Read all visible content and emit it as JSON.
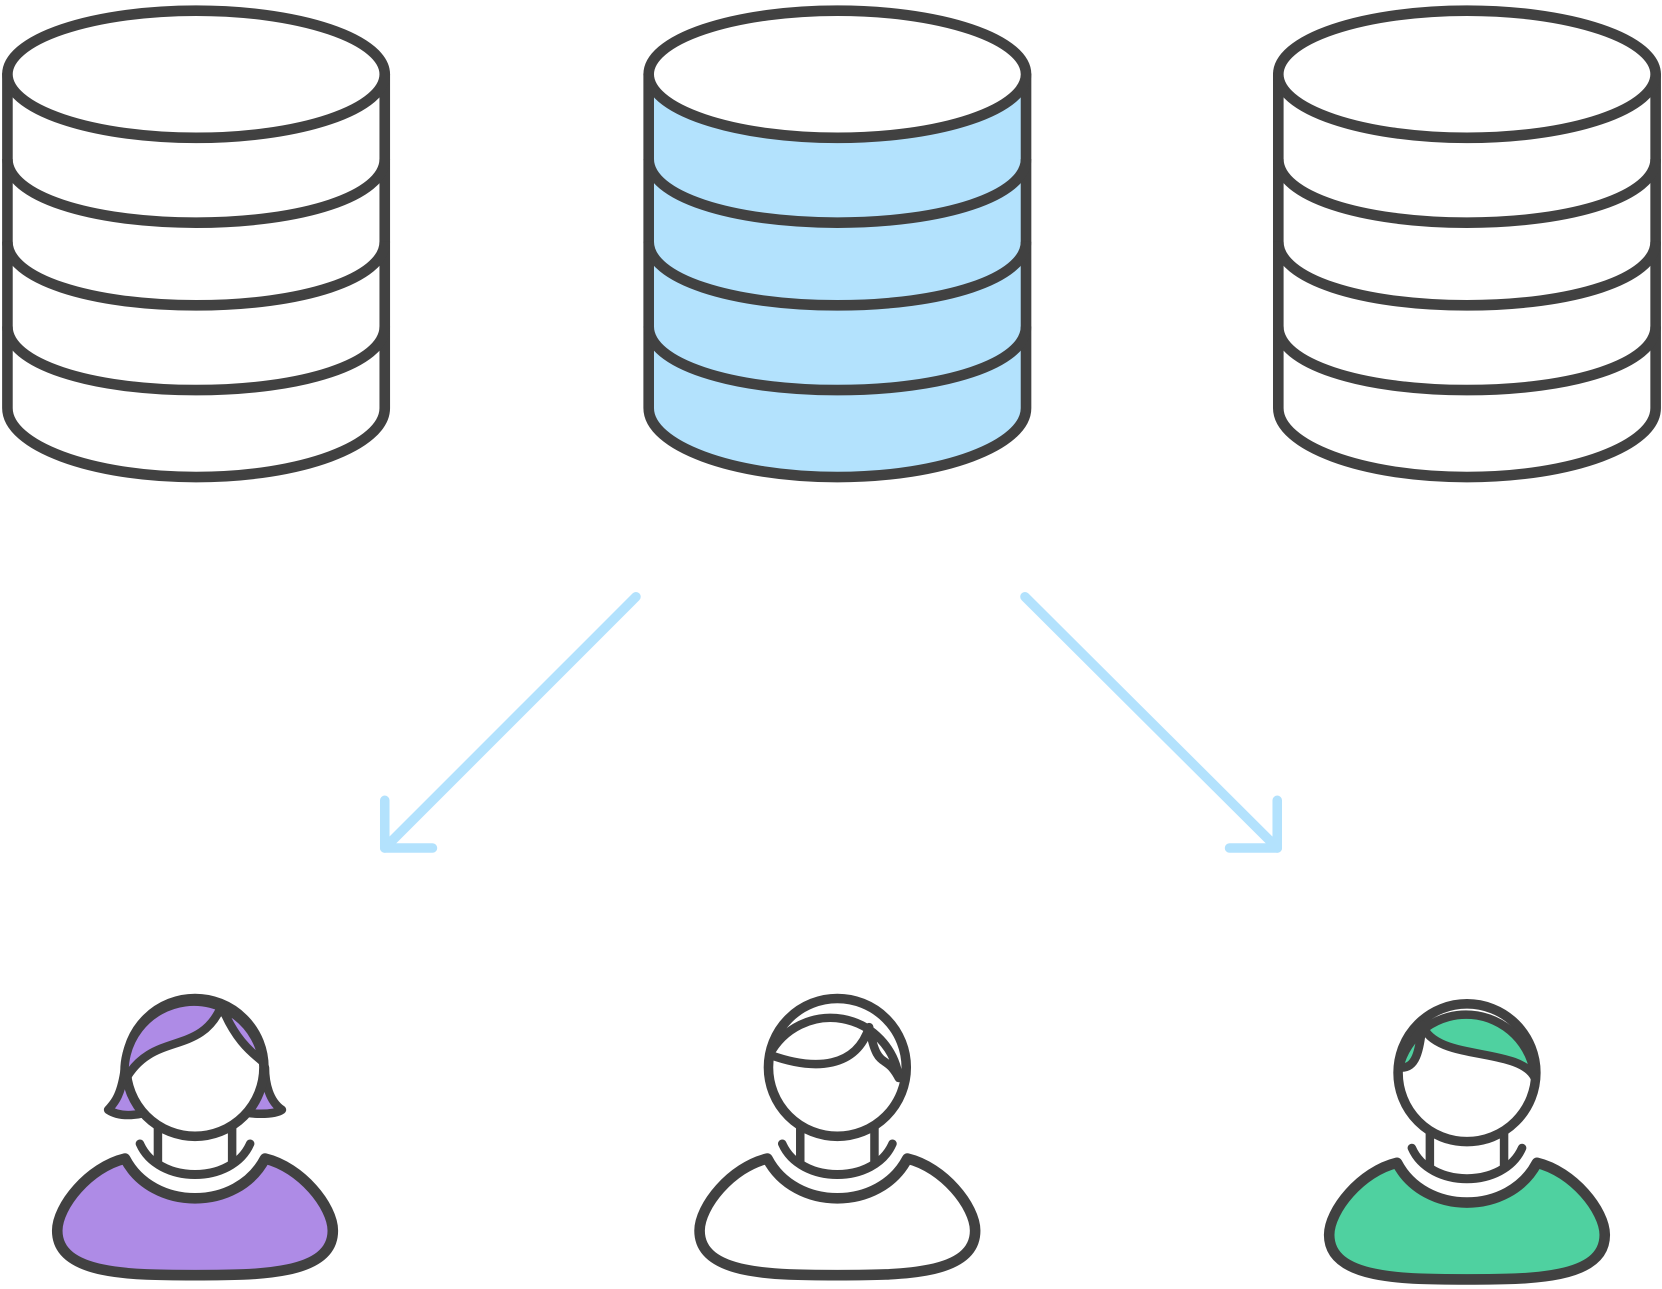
{
  "colors": {
    "outline": "#414141",
    "highlight_db": "#b3e2fd",
    "arrow": "#b3e2fd",
    "user_left": "#ae8be6",
    "user_center": "#ffffff",
    "user_right": "#4fd1a0"
  },
  "databases": [
    {
      "name": "database-left",
      "highlighted": false
    },
    {
      "name": "database-center",
      "highlighted": true
    },
    {
      "name": "database-right",
      "highlighted": false
    }
  ],
  "arrows": [
    {
      "name": "arrow-to-left-user",
      "direction": "down-left"
    },
    {
      "name": "arrow-to-right-user",
      "direction": "down-right"
    }
  ],
  "users": [
    {
      "name": "user-left",
      "hair": "long"
    },
    {
      "name": "user-center",
      "hair": "short"
    },
    {
      "name": "user-right",
      "hair": "short"
    }
  ]
}
